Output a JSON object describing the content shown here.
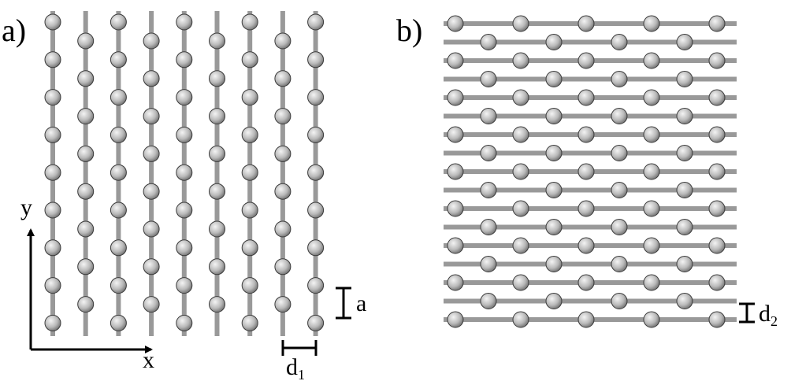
{
  "panels": [
    {
      "label": "a)",
      "orientation": "vertical"
    },
    {
      "label": "b)",
      "orientation": "horizontal"
    }
  ],
  "axes": {
    "x_label": "x",
    "y_label": "y"
  },
  "dimensions": {
    "a": {
      "base": "a",
      "sub": ""
    },
    "d1": {
      "base": "d",
      "sub": "1"
    },
    "d2": {
      "base": "d",
      "sub": "2"
    }
  },
  "colors": {
    "line": "#999999",
    "atom_dark": "#5a5a5a",
    "atom_light": "#f2f2f2",
    "ink": "#000000"
  }
}
